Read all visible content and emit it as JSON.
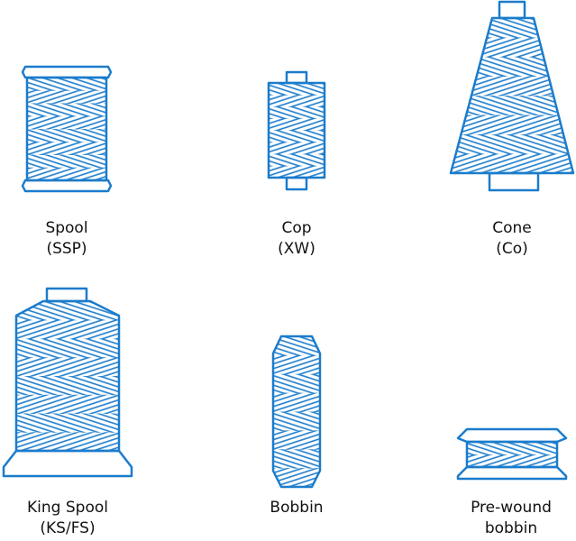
{
  "colors": {
    "stroke": "#1b7ccc",
    "text": "#111111"
  },
  "items": [
    {
      "id": "spool",
      "name": "Spool",
      "code": "(SSP)"
    },
    {
      "id": "cop",
      "name": "Cop",
      "code": "(XW)"
    },
    {
      "id": "cone",
      "name": "Cone",
      "code": "(Co)"
    },
    {
      "id": "king-spool",
      "name": "King Spool",
      "code": "(KS/FS)"
    },
    {
      "id": "bobbin",
      "name": "Bobbin",
      "code": ""
    },
    {
      "id": "pre-wound-bobbin",
      "name": "Pre-wound",
      "code": "bobbin"
    }
  ]
}
